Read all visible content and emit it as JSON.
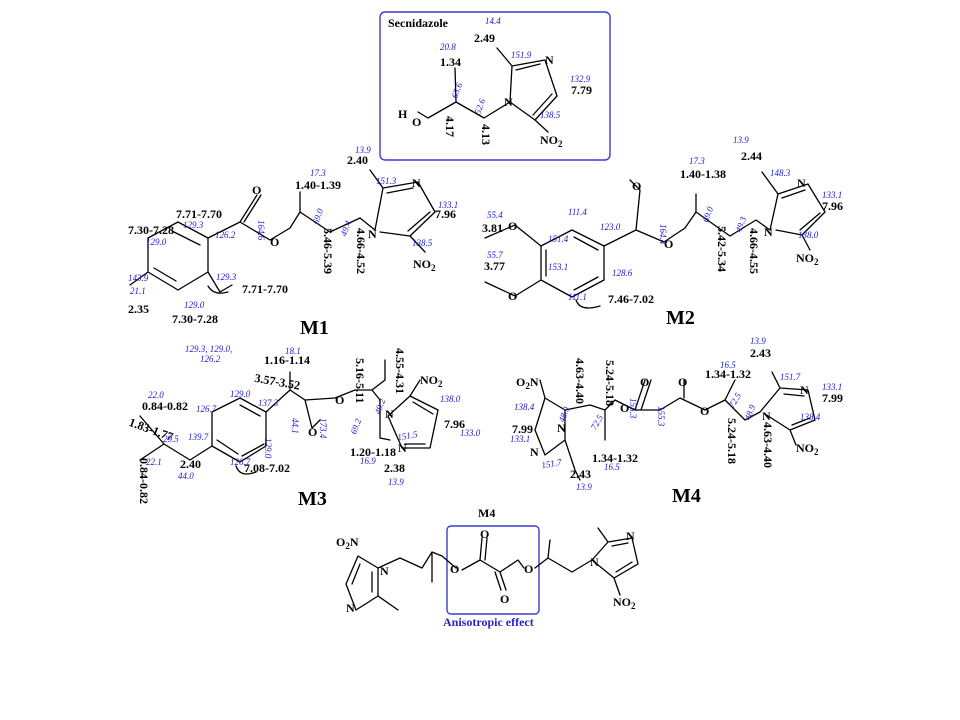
{
  "secnidazole": {
    "title": "Secnidazole",
    "h": [
      "2.49",
      "1.34",
      "7.79",
      "4.17",
      "4.13"
    ],
    "c": [
      "14.4",
      "20.8",
      "151.9",
      "132.9",
      "65.6",
      "52.6",
      "138.5"
    ],
    "atoms": {
      "N1": "N",
      "N2": "N",
      "HO": "H",
      "O": "O",
      "NO2_a": "NO",
      "NO2_b": "2"
    }
  },
  "m1": {
    "label": "M1",
    "h": [
      "2.40",
      "1.40-1.39",
      "7.71-7.70",
      "7.30-7.28",
      "7.96",
      "5.46-5.39",
      "4.66-4.52",
      "7.71-7.70",
      "7.30-7.28",
      "2.35"
    ],
    "c": [
      "13.9",
      "17.3",
      "151.3",
      "129.3",
      "126.2",
      "129.0",
      "143.9",
      "21.1",
      "129.3",
      "129.0",
      "164.6",
      "69.0",
      "49.4",
      "133.1",
      "138.5"
    ]
  },
  "m2": {
    "label": "M2",
    "h": [
      "2.44",
      "1.40-1.38",
      "3.81",
      "3.77",
      "7.96",
      "5.42-5.34",
      "4.66-4.55",
      "7.46-7.02"
    ],
    "c": [
      "13.9",
      "17.3",
      "148.3",
      "111.4",
      "55.4",
      "151.4",
      "123.0",
      "164.4",
      "69.0",
      "49.3",
      "133.1",
      "55.7",
      "153.1",
      "128.6",
      "111.1",
      "138.0"
    ]
  },
  "m3": {
    "label": "M3",
    "h": [
      "1.16-1.14",
      "3.57-3.52",
      "0.84-0.82",
      "1.83-1.77",
      "2.40",
      "0.84-0.82",
      "5.16-5.11",
      "4.55-4.31",
      "1.20-1.18",
      "7.96",
      "2.38",
      "7.08-7.02"
    ],
    "c": [
      "129.3, 129.0,",
      "126.2",
      "18.1",
      "129.0",
      "137.3",
      "44.1",
      "173.4",
      "22.0",
      "126.7",
      "139.7",
      "29.5",
      "22.1",
      "44.0",
      "126.7",
      "129.0",
      "69.2",
      "49.2",
      "138.0",
      "151.5",
      "133.0",
      "16.9",
      "13.9"
    ]
  },
  "m4": {
    "label": "M4",
    "h": [
      "4.63-4.40",
      "5.24-5.18",
      "7.99",
      "2.43",
      "1.34-1.32",
      "1.34-1.32",
      "5.24-5.18",
      "4.63-4.40",
      "2.43",
      "7.99"
    ],
    "c": [
      "138.4",
      "133.1",
      "48.9",
      "72.5",
      "155.3",
      "155.3",
      "72.5",
      "48.9",
      "16.5",
      "151.7",
      "13.9",
      "16.5",
      "13.9",
      "151.7",
      "133.1",
      "138.4"
    ]
  },
  "m4b": {
    "title": "M4",
    "box_label": "Anisotropic effect"
  }
}
